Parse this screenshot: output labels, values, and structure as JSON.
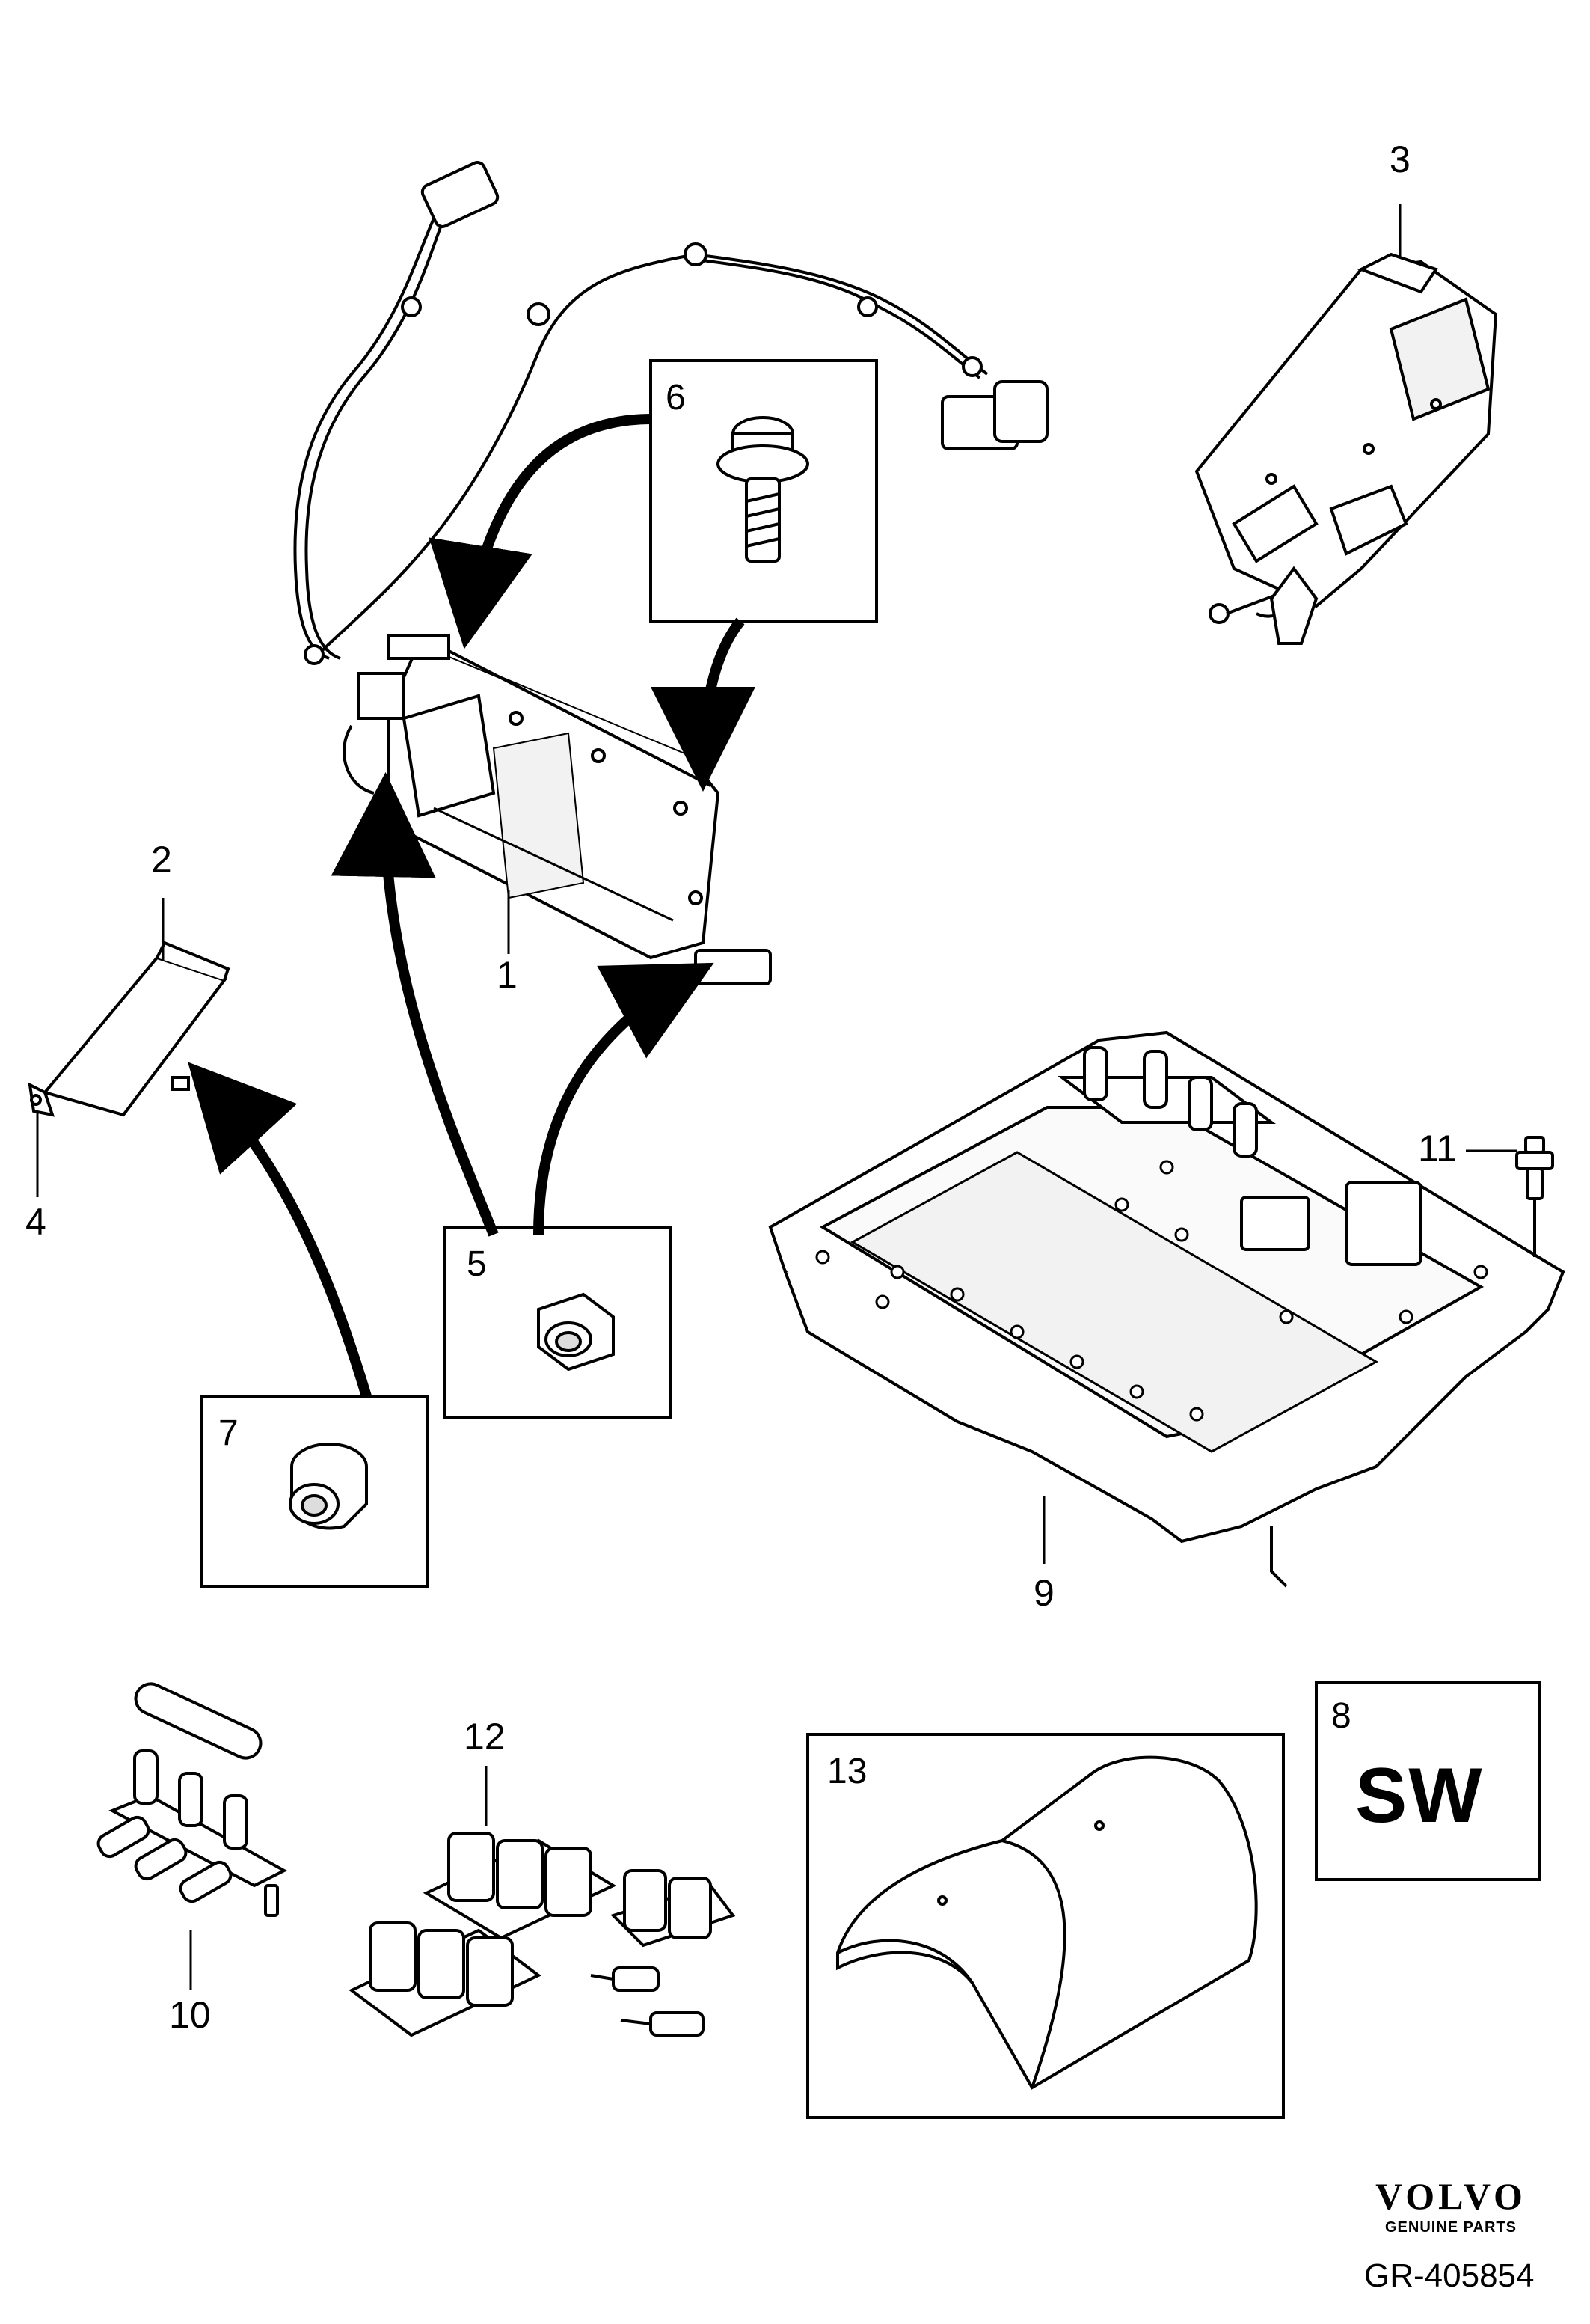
{
  "callouts": {
    "c1": "1",
    "c2": "2",
    "c3": "3",
    "c4": "4",
    "c5": "5",
    "c6": "6",
    "c7": "7",
    "c8": "8",
    "c9": "9",
    "c10": "10",
    "c11": "11",
    "c12": "12",
    "c13": "13"
  },
  "software_label": "SW",
  "brand": {
    "name": "VOLVO",
    "tagline": "GENUINE PARTS"
  },
  "reference_code": "GR-405854"
}
